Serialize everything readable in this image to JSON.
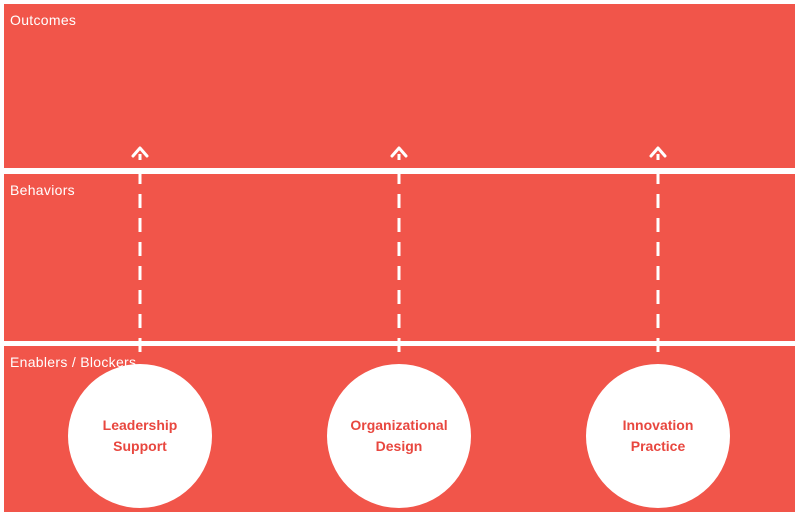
{
  "layers": [
    {
      "label": "Outcomes"
    },
    {
      "label": "Behaviors"
    },
    {
      "label": "Enablers / Blockers"
    }
  ],
  "enablers": [
    {
      "label": "Leadership\nSupport"
    },
    {
      "label": "Organizational\nDesign"
    },
    {
      "label": "Innovation\nPractice"
    }
  ],
  "colors": {
    "band": "#f1554a",
    "node_text": "#e8473f",
    "line": "#ffffff"
  }
}
